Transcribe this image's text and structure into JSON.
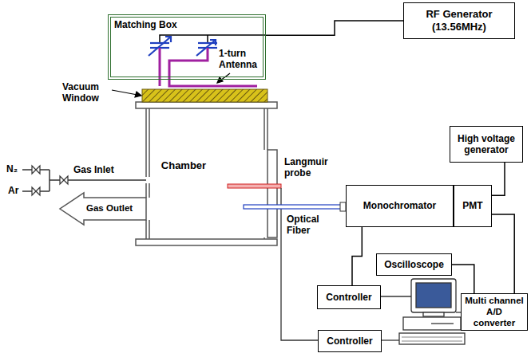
{
  "diagram": {
    "nodes": [
      {
        "text": [
          "RF Generator (13.56MHz)"
        ]
      },
      {
        "text": [
          "Matching Box"
        ]
      },
      {
        "text": [
          "Chamber"
        ]
      },
      {
        "text": [
          "Monochromator"
        ]
      },
      {
        "text": [
          "PMT"
        ]
      },
      {
        "text": [
          "High voltage generator"
        ]
      },
      {
        "text": [
          "Controller"
        ]
      },
      {
        "text": [
          "Oscilloscope"
        ]
      },
      {
        "text": [
          "Multi channel A/D converter"
        ]
      },
      {
        "text": [
          "Controller"
        ]
      }
    ],
    "edges": [
      {
        "from": 1,
        "to": 0,
        "arrow": "none"
      },
      {
        "from": 3,
        "to": 6,
        "arrow": "none"
      },
      {
        "from": 4,
        "to": 5,
        "arrow": "none"
      },
      {
        "from": 4,
        "to": 8,
        "arrow": "none"
      },
      {
        "from": 7,
        "to": 8,
        "arrow": "none"
      }
    ],
    "labels": [
      "N₂",
      "Ar",
      "Gas Inlet",
      "Gas Outlet",
      "Vacuum Window",
      "1-turn Antenna",
      "Langmuir probe",
      "Optical Fiber"
    ]
  }
}
